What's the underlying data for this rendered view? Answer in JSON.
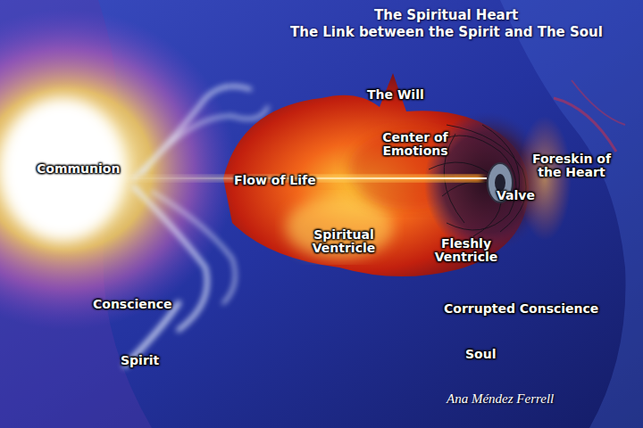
{
  "diagram": {
    "title": "The Spiritual Heart",
    "labels": [
      "The Link between the Spirit and The Soul",
      "Communion",
      "Flow of Life",
      "The Will",
      "Center of Emotions",
      "Foreskin of the Heart",
      "Valve",
      "Spiritual Ventricle",
      "Fleshly Ventricle",
      "Conscience",
      "Spirit",
      "Corrupted Conscience",
      "Soul",
      "Ana Méndez Ferrell"
    ]
  }
}
